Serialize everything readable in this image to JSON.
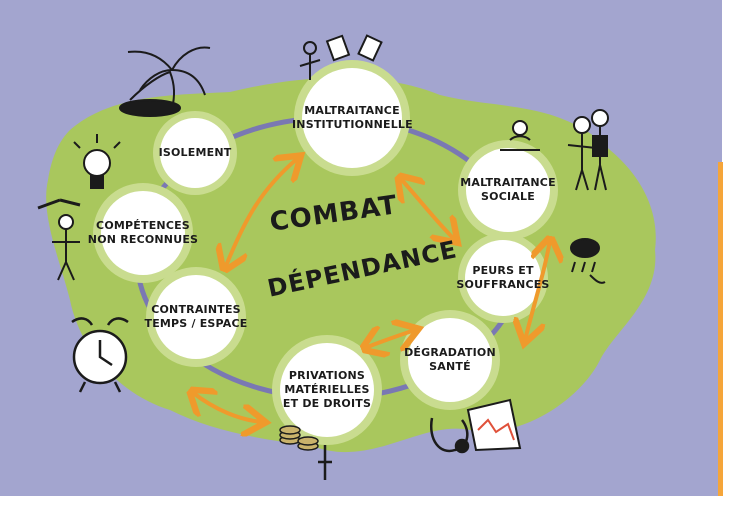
{
  "center": {
    "word_1": "COMBAT",
    "word_2": "DÉPENDANCE"
  },
  "nodes": [
    {
      "id": "maltraitance-institutionnelle",
      "label": "MALTRAITANCE\nINSTITUTIONNELLE"
    },
    {
      "id": "maltraitance-sociale",
      "label": "MALTRAITANCE\nSOCIALE"
    },
    {
      "id": "peurs-souffrances",
      "label": "PEURS ET\nSOUFFRANCES"
    },
    {
      "id": "degradation-sante",
      "label": "DÉGRADATION\nSANTÉ"
    },
    {
      "id": "privations",
      "label": "PRIVATIONS\nMATÉRIELLES\nET DE DROITS"
    },
    {
      "id": "contraintes",
      "label": "CONTRAINTES\nTEMPS / ESPACE"
    },
    {
      "id": "competences",
      "label": "COMPÉTENCES\nNON RECONNUES"
    },
    {
      "id": "isolement",
      "label": "ISOLEMENT"
    }
  ],
  "colors": {
    "background": "#a3a5cf",
    "island": "#a9c75d",
    "node": "#ffffff",
    "ring": "#7a78b3",
    "arrow": "#ef9a2c",
    "ink": "#1b1b1b",
    "accent_bar": "#f5a53a"
  },
  "icons": [
    "palm-tree-icon",
    "lightbulb-icon",
    "wrench-icon",
    "alarm-clock-icon",
    "documents-icon",
    "people-icon",
    "storm-cloud-icon",
    "stethoscope-icon",
    "chart-icon",
    "coins-icon"
  ]
}
